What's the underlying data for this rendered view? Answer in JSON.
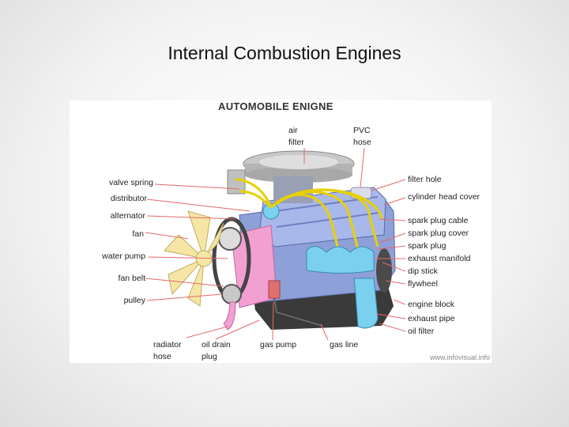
{
  "slide": {
    "title": "Internal Combustion Engines"
  },
  "diagram": {
    "heading": "AUTOMOBILE ENIGNE",
    "watermark": "www.infovisual.info",
    "labels": {
      "air_filter_1": "air",
      "air_filter_2": "filter",
      "pvc_hose_1": "PVC",
      "pvc_hose_2": "hose",
      "valve_spring": "valve spring",
      "distributor": "distributor",
      "alternator": "alternator",
      "fan": "fan",
      "water_pump": "water pump",
      "fan_belt": "fan belt",
      "pulley": "pulley",
      "radiator_hose_1": "radiator",
      "radiator_hose_2": "hose",
      "oil_drain_plug_1": "oil drain",
      "oil_drain_plug_2": "plug",
      "gas_pump": "gas pump",
      "gas_line": "gas line",
      "filter_hole": "filter hole",
      "cylinder_head_cover": "cylinder head cover",
      "spark_plug_cable": "spark plug cable",
      "spark_plug_cover": "spark plug cover",
      "spark_plug": "spark plug",
      "exhaust_manifold": "exhaust manifold",
      "dip_stick": "dip stick",
      "flywheel": "flywheel",
      "engine_block": "engine block",
      "exhaust_pipe": "exhaust pipe",
      "oil_filter": "oil filter"
    },
    "colors": {
      "leader": "#e46a6a",
      "block": "#8ea0d8",
      "pink": "#f29fd2",
      "fan": "#f5e6a6",
      "cables": "#e8d000",
      "dark": "#333333"
    }
  }
}
